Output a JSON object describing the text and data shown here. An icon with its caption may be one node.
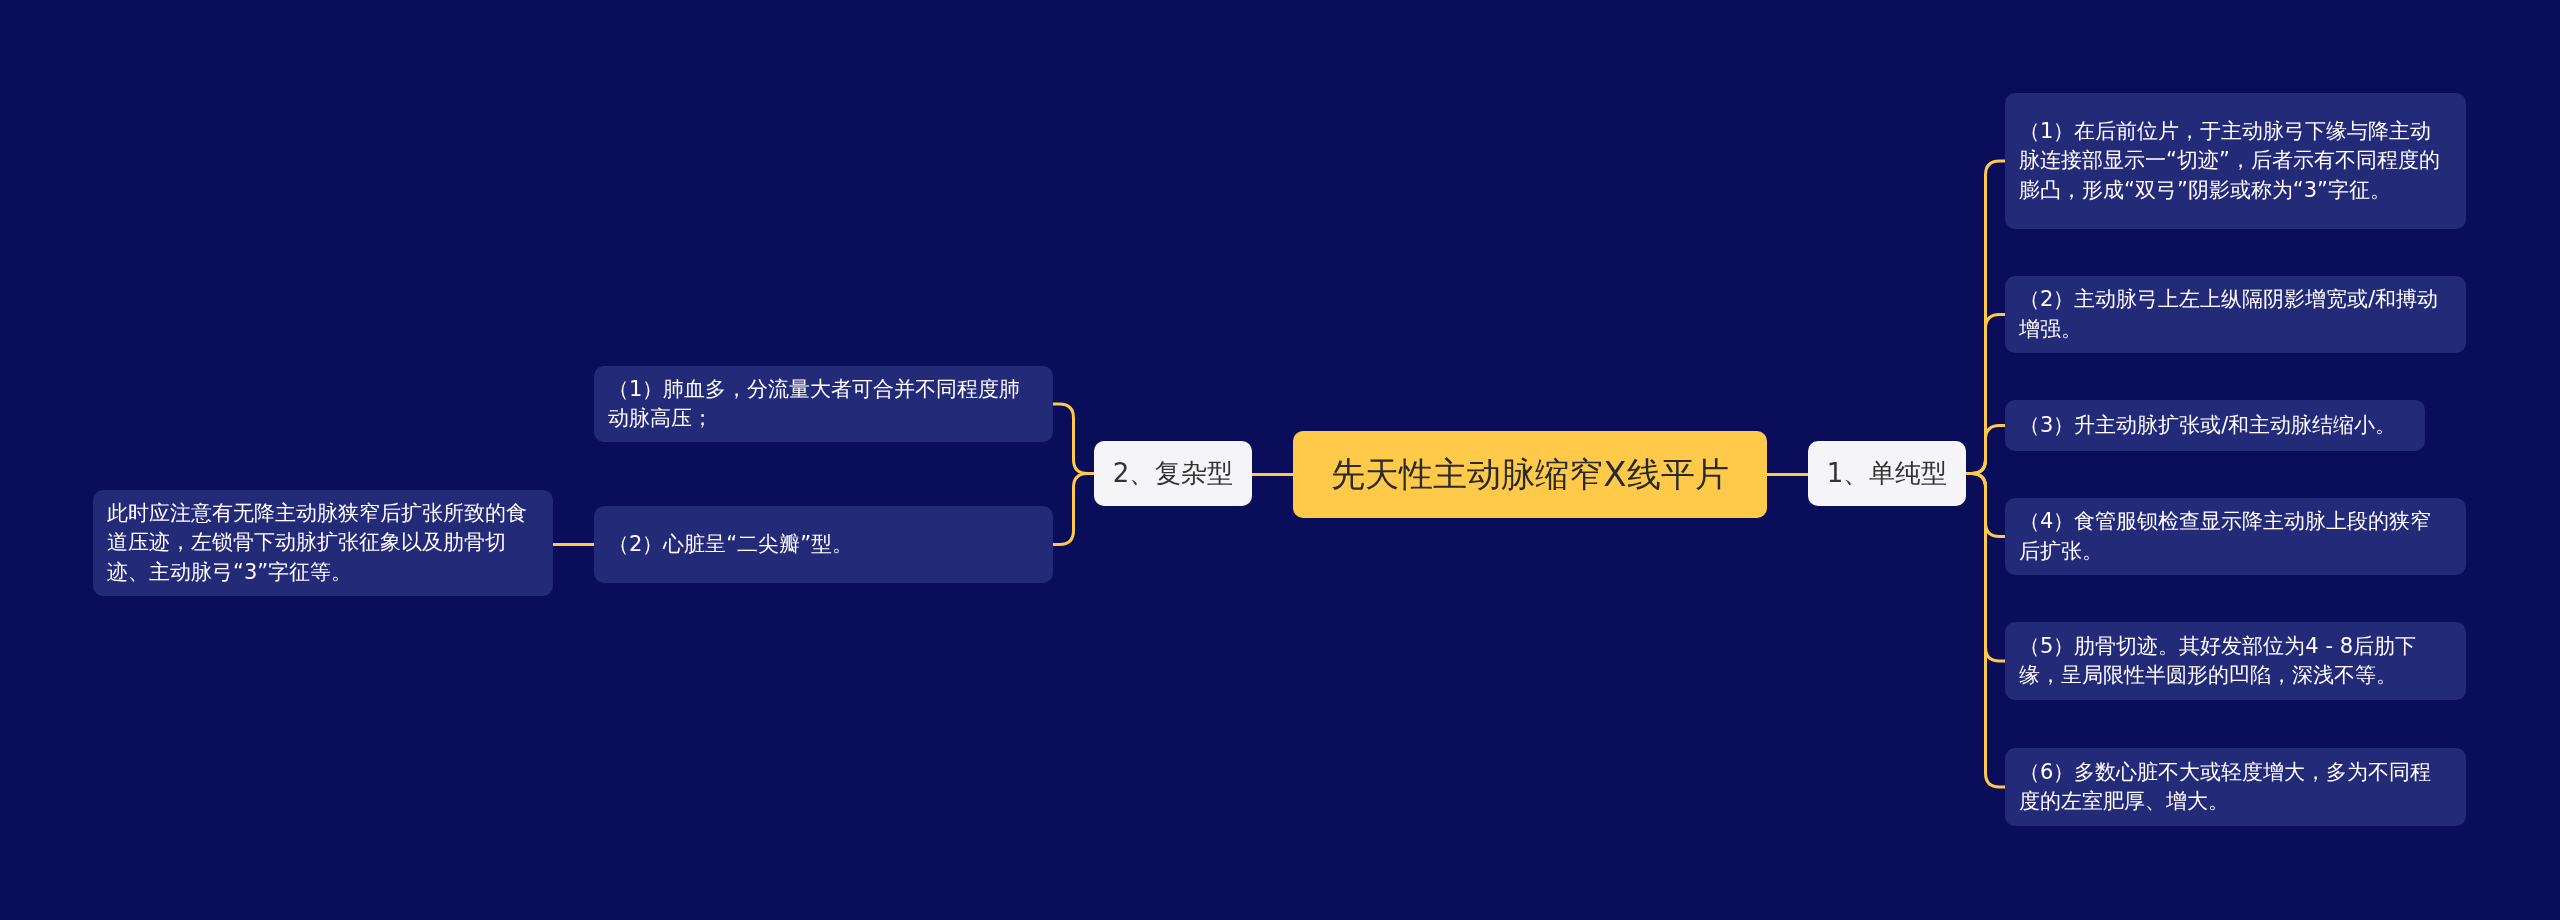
{
  "diagram": {
    "nodes": [
      {
        "text": [
          "先天性主动脉缩窄X线平片"
        ]
      },
      {
        "text": [
          "1、单纯型"
        ]
      },
      {
        "text": [
          "（1）在后前位片，于主动脉弓下缘与降主动脉连接部显示一“切迹”，后者示有不同程度的膨凸，形成“双弓”阴影或称为“3”字征。"
        ]
      },
      {
        "text": [
          "（2）主动脉弓上左上纵隔阴影增宽或/和搏动增强。"
        ]
      },
      {
        "text": [
          "（3）升主动脉扩张或/和主动脉结缩小。"
        ]
      },
      {
        "text": [
          "（4）食管服钡检查显示降主动脉上段的狭窄后扩张。"
        ]
      },
      {
        "text": [
          "（5）肋骨切迹。其好发部位为4 - 8后肋下缘，呈局限性半圆形的凹陷，深浅不等。"
        ]
      },
      {
        "text": [
          "（6）多数心脏不大或轻度增大，多为不同程度的左室肥厚、增大。"
        ]
      },
      {
        "text": [
          "2、复杂型"
        ]
      },
      {
        "text": [
          "（1）肺血多，分流量大者可合并不同程度肺动脉高压；"
        ]
      },
      {
        "text": [
          "（2）心脏呈“二尖瓣”型。"
        ]
      },
      {
        "text": [
          "此时应注意有无降主动脉狭窄后扩张所致的食道压迹，左锁骨下动脉扩张征象以及肋骨切迹、主动脉弓“3”字征等。"
        ]
      }
    ],
    "edges": [
      {
        "from": 0,
        "to": 1,
        "arrow": "none"
      },
      {
        "from": 1,
        "to": 2,
        "arrow": "none"
      },
      {
        "from": 1,
        "to": 3,
        "arrow": "none"
      },
      {
        "from": 1,
        "to": 4,
        "arrow": "none"
      },
      {
        "from": 1,
        "to": 5,
        "arrow": "none"
      },
      {
        "from": 1,
        "to": 6,
        "arrow": "none"
      },
      {
        "from": 1,
        "to": 7,
        "arrow": "none"
      },
      {
        "from": 0,
        "to": 8,
        "arrow": "none"
      },
      {
        "from": 8,
        "to": 9,
        "arrow": "none"
      },
      {
        "from": 8,
        "to": 10,
        "arrow": "none"
      },
      {
        "from": 10,
        "to": 11,
        "arrow": "none"
      }
    ]
  }
}
